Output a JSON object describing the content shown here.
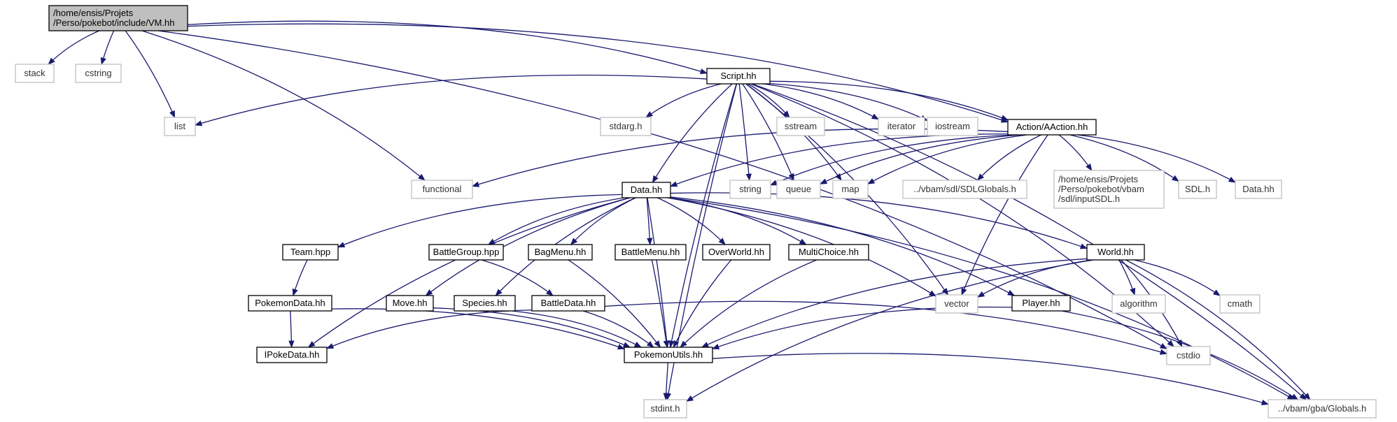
{
  "graph": {
    "colors": {
      "edge": "#191970",
      "root_fill": "#bfbfbf",
      "node_border": "#000000",
      "system_border": "#bfbfbf"
    },
    "nodes": {
      "vm": {
        "label": "/home/ensis/Projets /Perso/pokebot/include/VM.hh",
        "kind": "root"
      },
      "stack": {
        "label": "stack",
        "kind": "system"
      },
      "cstring": {
        "label": "cstring",
        "kind": "system"
      },
      "list": {
        "label": "list",
        "kind": "system"
      },
      "functional": {
        "label": "functional",
        "kind": "system"
      },
      "script": {
        "label": "Script.hh",
        "kind": "project"
      },
      "stdarg": {
        "label": "stdarg.h",
        "kind": "system"
      },
      "sstream": {
        "label": "sstream",
        "kind": "system"
      },
      "iterator": {
        "label": "iterator",
        "kind": "system"
      },
      "iostream": {
        "label": "iostream",
        "kind": "system"
      },
      "aaction": {
        "label": "Action/AAction.hh",
        "kind": "project"
      },
      "data": {
        "label": "Data.hh",
        "kind": "project"
      },
      "string": {
        "label": "string",
        "kind": "system"
      },
      "queue": {
        "label": "queue",
        "kind": "system"
      },
      "map": {
        "label": "map",
        "kind": "system"
      },
      "sdlglobals": {
        "label": "../vbam/sdl/SDLGlobals.h",
        "kind": "system"
      },
      "inputsdl": {
        "label": "/home/ensis/Projets /Perso/pokebot/vbam /sdl/inputSDL.h",
        "kind": "system"
      },
      "sdl": {
        "label": "SDL.h",
        "kind": "system"
      },
      "datahh2": {
        "label": "Data.hh",
        "kind": "system"
      },
      "team": {
        "label": "Team.hpp",
        "kind": "project"
      },
      "battlegroup": {
        "label": "BattleGroup.hpp",
        "kind": "project"
      },
      "bagmenu": {
        "label": "BagMenu.hh",
        "kind": "project"
      },
      "battlemenu": {
        "label": "BattleMenu.hh",
        "kind": "project"
      },
      "overworld": {
        "label": "OverWorld.hh",
        "kind": "project"
      },
      "multichoice": {
        "label": "MultiChoice.hh",
        "kind": "project"
      },
      "world": {
        "label": "World.hh",
        "kind": "project"
      },
      "pokemondata": {
        "label": "PokemonData.hh",
        "kind": "project"
      },
      "move": {
        "label": "Move.hh",
        "kind": "project"
      },
      "species": {
        "label": "Species.hh",
        "kind": "project"
      },
      "battledata": {
        "label": "BattleData.hh",
        "kind": "project"
      },
      "vector": {
        "label": "vector",
        "kind": "system"
      },
      "player": {
        "label": "Player.hh",
        "kind": "project"
      },
      "algorithm": {
        "label": "algorithm",
        "kind": "system"
      },
      "cmath": {
        "label": "cmath",
        "kind": "system"
      },
      "ipokedata": {
        "label": "IPokeData.hh",
        "kind": "project"
      },
      "pokemonutils": {
        "label": "PokemonUtils.hh",
        "kind": "project"
      },
      "cstdio": {
        "label": "cstdio",
        "kind": "system"
      },
      "stdint": {
        "label": "stdint.h",
        "kind": "system"
      },
      "globals": {
        "label": "../vbam/gba/Globals.h",
        "kind": "system"
      }
    },
    "edges": [
      [
        "vm",
        "stack"
      ],
      [
        "vm",
        "cstring"
      ],
      [
        "vm",
        "list"
      ],
      [
        "vm",
        "functional"
      ],
      [
        "vm",
        "script"
      ],
      [
        "vm",
        "aaction"
      ],
      [
        "vm",
        "cstdio"
      ],
      [
        "script",
        "list"
      ],
      [
        "script",
        "stdarg"
      ],
      [
        "script",
        "sstream"
      ],
      [
        "script",
        "iterator"
      ],
      [
        "script",
        "iostream"
      ],
      [
        "script",
        "aaction"
      ],
      [
        "script",
        "data"
      ],
      [
        "script",
        "string"
      ],
      [
        "script",
        "queue"
      ],
      [
        "script",
        "map"
      ],
      [
        "script",
        "vector"
      ],
      [
        "script",
        "cstdio"
      ],
      [
        "script",
        "globals"
      ],
      [
        "script",
        "stdint"
      ],
      [
        "script",
        "pokemonutils"
      ],
      [
        "aaction",
        "functional"
      ],
      [
        "aaction",
        "data"
      ],
      [
        "aaction",
        "string"
      ],
      [
        "aaction",
        "queue"
      ],
      [
        "aaction",
        "map"
      ],
      [
        "aaction",
        "sdlglobals"
      ],
      [
        "aaction",
        "inputsdl"
      ],
      [
        "aaction",
        "sdl"
      ],
      [
        "aaction",
        "datahh2"
      ],
      [
        "aaction",
        "vector"
      ],
      [
        "data",
        "team"
      ],
      [
        "data",
        "battlegroup"
      ],
      [
        "data",
        "bagmenu"
      ],
      [
        "data",
        "battlemenu"
      ],
      [
        "data",
        "overworld"
      ],
      [
        "data",
        "multichoice"
      ],
      [
        "data",
        "world"
      ],
      [
        "data",
        "player"
      ],
      [
        "data",
        "move"
      ],
      [
        "data",
        "species"
      ],
      [
        "data",
        "vector"
      ],
      [
        "data",
        "ipokedata"
      ],
      [
        "data",
        "pokemonutils"
      ],
      [
        "data",
        "globals"
      ],
      [
        "team",
        "pokemondata"
      ],
      [
        "battlegroup",
        "battledata"
      ],
      [
        "bagmenu",
        "pokemonutils"
      ],
      [
        "battlemenu",
        "pokemonutils"
      ],
      [
        "overworld",
        "pokemonutils"
      ],
      [
        "multichoice",
        "pokemonutils"
      ],
      [
        "world",
        "vector"
      ],
      [
        "world",
        "algorithm"
      ],
      [
        "world",
        "cmath"
      ],
      [
        "world",
        "cstdio"
      ],
      [
        "world",
        "pokemonutils"
      ],
      [
        "world",
        "stdint"
      ],
      [
        "world",
        "globals"
      ],
      [
        "pokemondata",
        "ipokedata"
      ],
      [
        "pokemondata",
        "pokemonutils"
      ],
      [
        "move",
        "pokemonutils"
      ],
      [
        "species",
        "pokemonutils"
      ],
      [
        "battledata",
        "ipokedata"
      ],
      [
        "battledata",
        "pokemonutils"
      ],
      [
        "battledata",
        "cstdio"
      ],
      [
        "player",
        "pokemonutils"
      ],
      [
        "player",
        "globals"
      ],
      [
        "pokemonutils",
        "stdint"
      ],
      [
        "pokemonutils",
        "globals"
      ]
    ]
  }
}
